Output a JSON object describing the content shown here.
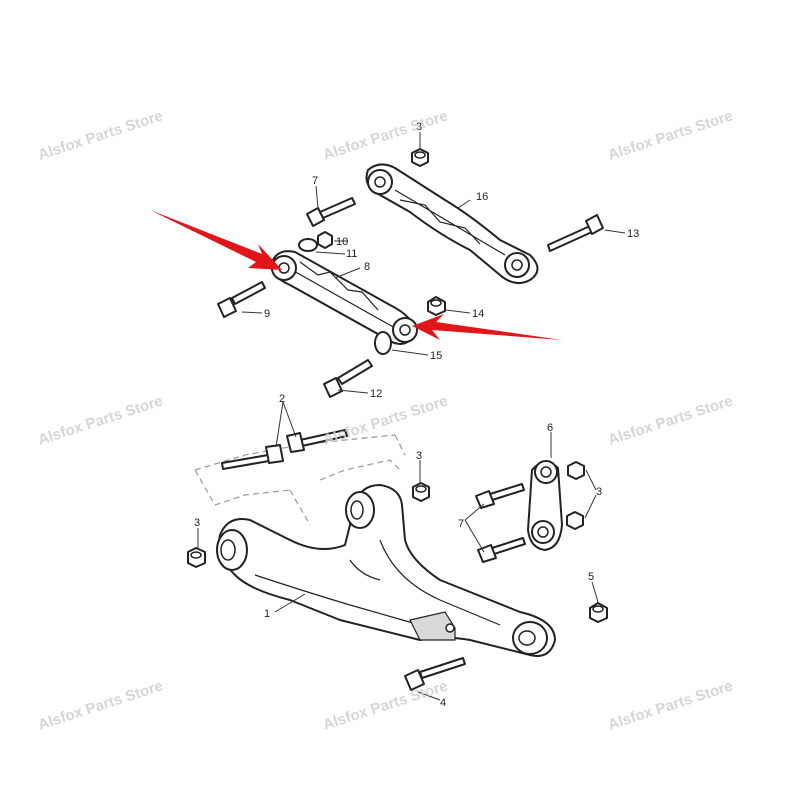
{
  "watermark": "Alsfox Parts Store",
  "callouts": {
    "c1": "1",
    "c2": "2",
    "c3": "3",
    "c4": "4",
    "c5": "5",
    "c6": "6",
    "c7": "7",
    "c8": "8",
    "c9": "9",
    "c10": "10",
    "c11": "11",
    "c12": "12",
    "c13": "13",
    "c14": "14",
    "c15": "15",
    "c16": "16"
  },
  "colors": {
    "arrow": "#e0161b",
    "line": "#222222",
    "watermark": "#cfcfcf"
  }
}
